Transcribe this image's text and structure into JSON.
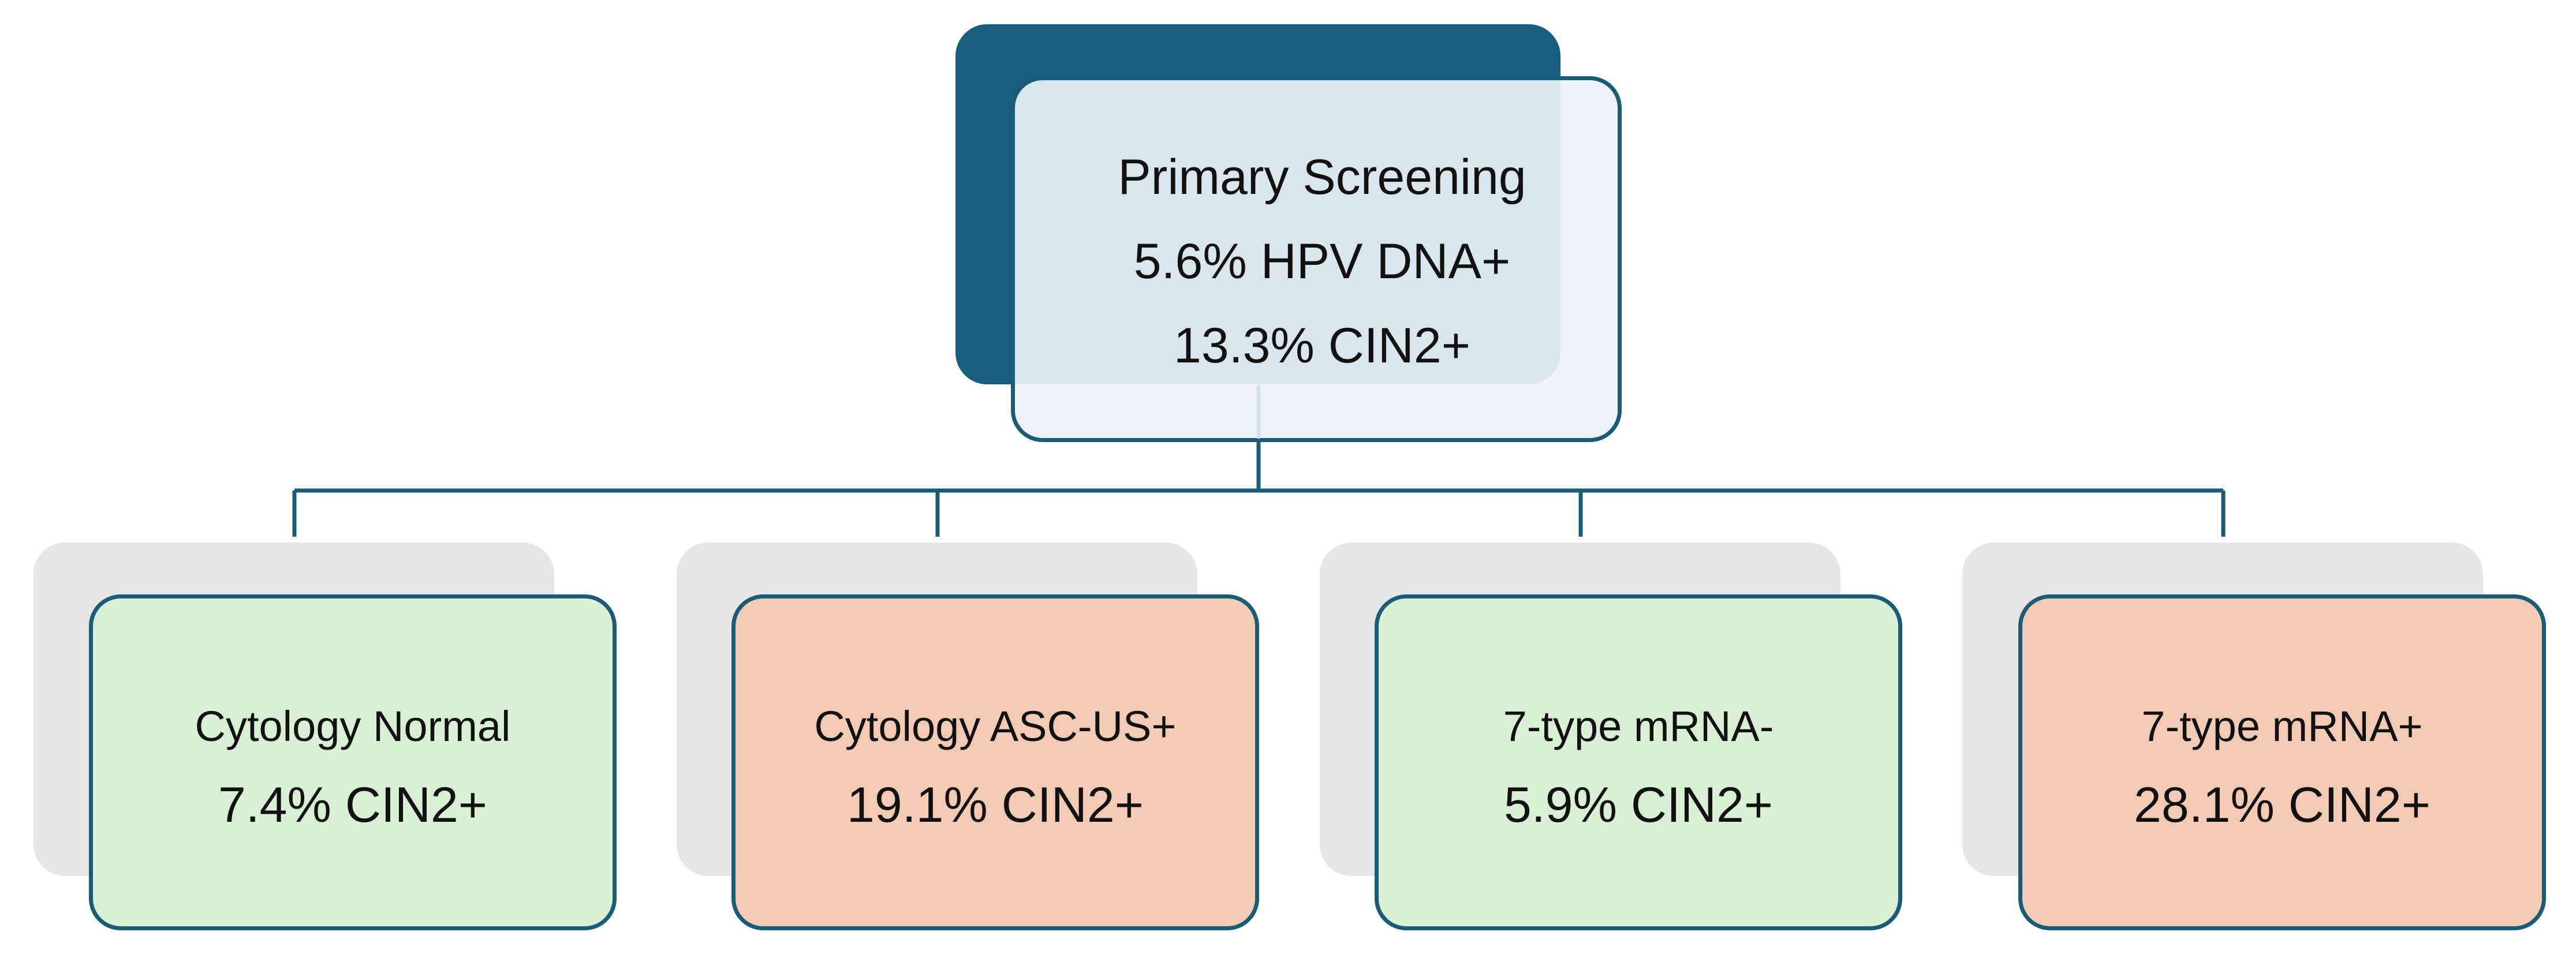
{
  "colors": {
    "dark_teal": "#175e7f",
    "border": "#1a5b77",
    "shadow_gray": "#e6e6e6",
    "green_fill": "#d9f0d4",
    "orange_fill": "#f4cab2",
    "root_fill": "#ebf2f6"
  },
  "root": {
    "line1": "Primary Screening",
    "line2": "5.6% HPV DNA+",
    "line3": "13.3% CIN2+"
  },
  "children": [
    {
      "title": "Cytology Normal",
      "value": "7.4% CIN2+",
      "color": "green"
    },
    {
      "title": "Cytology ASC-US+",
      "value": "19.1% CIN2+",
      "color": "orange"
    },
    {
      "title": "7-type mRNA-",
      "value": "5.9% CIN2+",
      "color": "green"
    },
    {
      "title": "7-type mRNA+",
      "value": "28.1% CIN2+",
      "color": "orange"
    }
  ]
}
